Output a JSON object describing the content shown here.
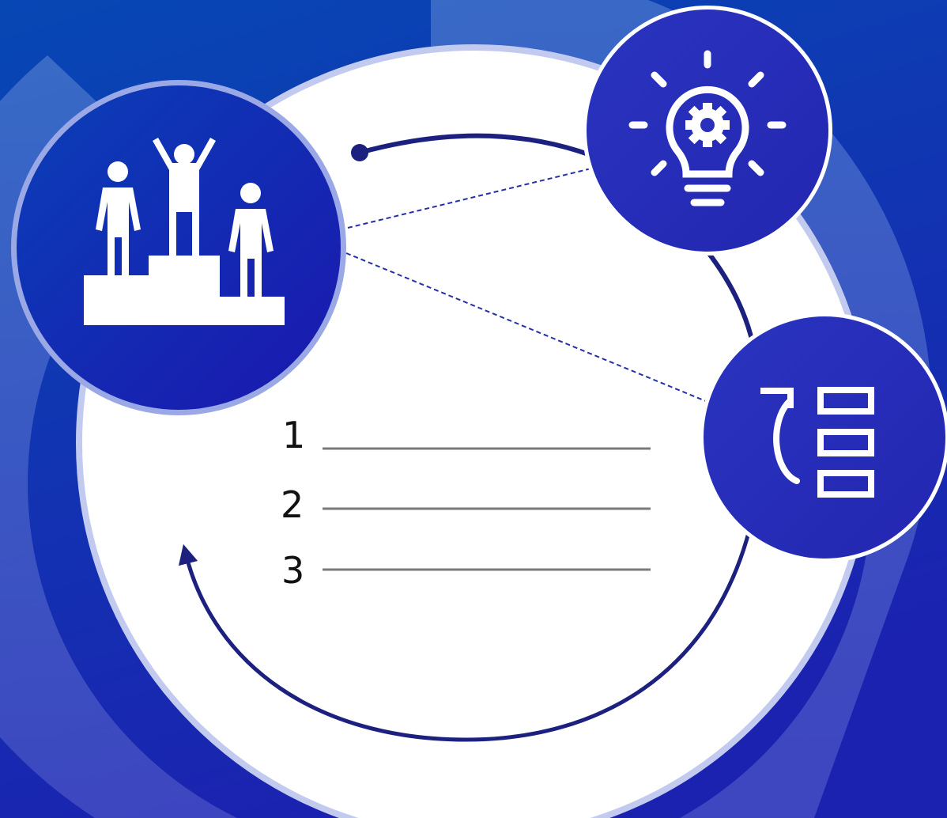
{
  "diagram": {
    "list_items": [
      {
        "number": "1"
      },
      {
        "number": "2"
      },
      {
        "number": "3"
      }
    ],
    "nodes": [
      {
        "icon": "podium-winners-icon"
      },
      {
        "icon": "lightbulb-gear-icon"
      },
      {
        "icon": "list-reorder-icon"
      }
    ]
  },
  "colors": {
    "background_top": "#0a47b5",
    "background_bottom": "#1c1fb2",
    "node_fill_light": "#1a40c2",
    "node_fill_dark": "#1b18b0",
    "arrow": "#1c217f",
    "ring": "#bcc6ef"
  }
}
